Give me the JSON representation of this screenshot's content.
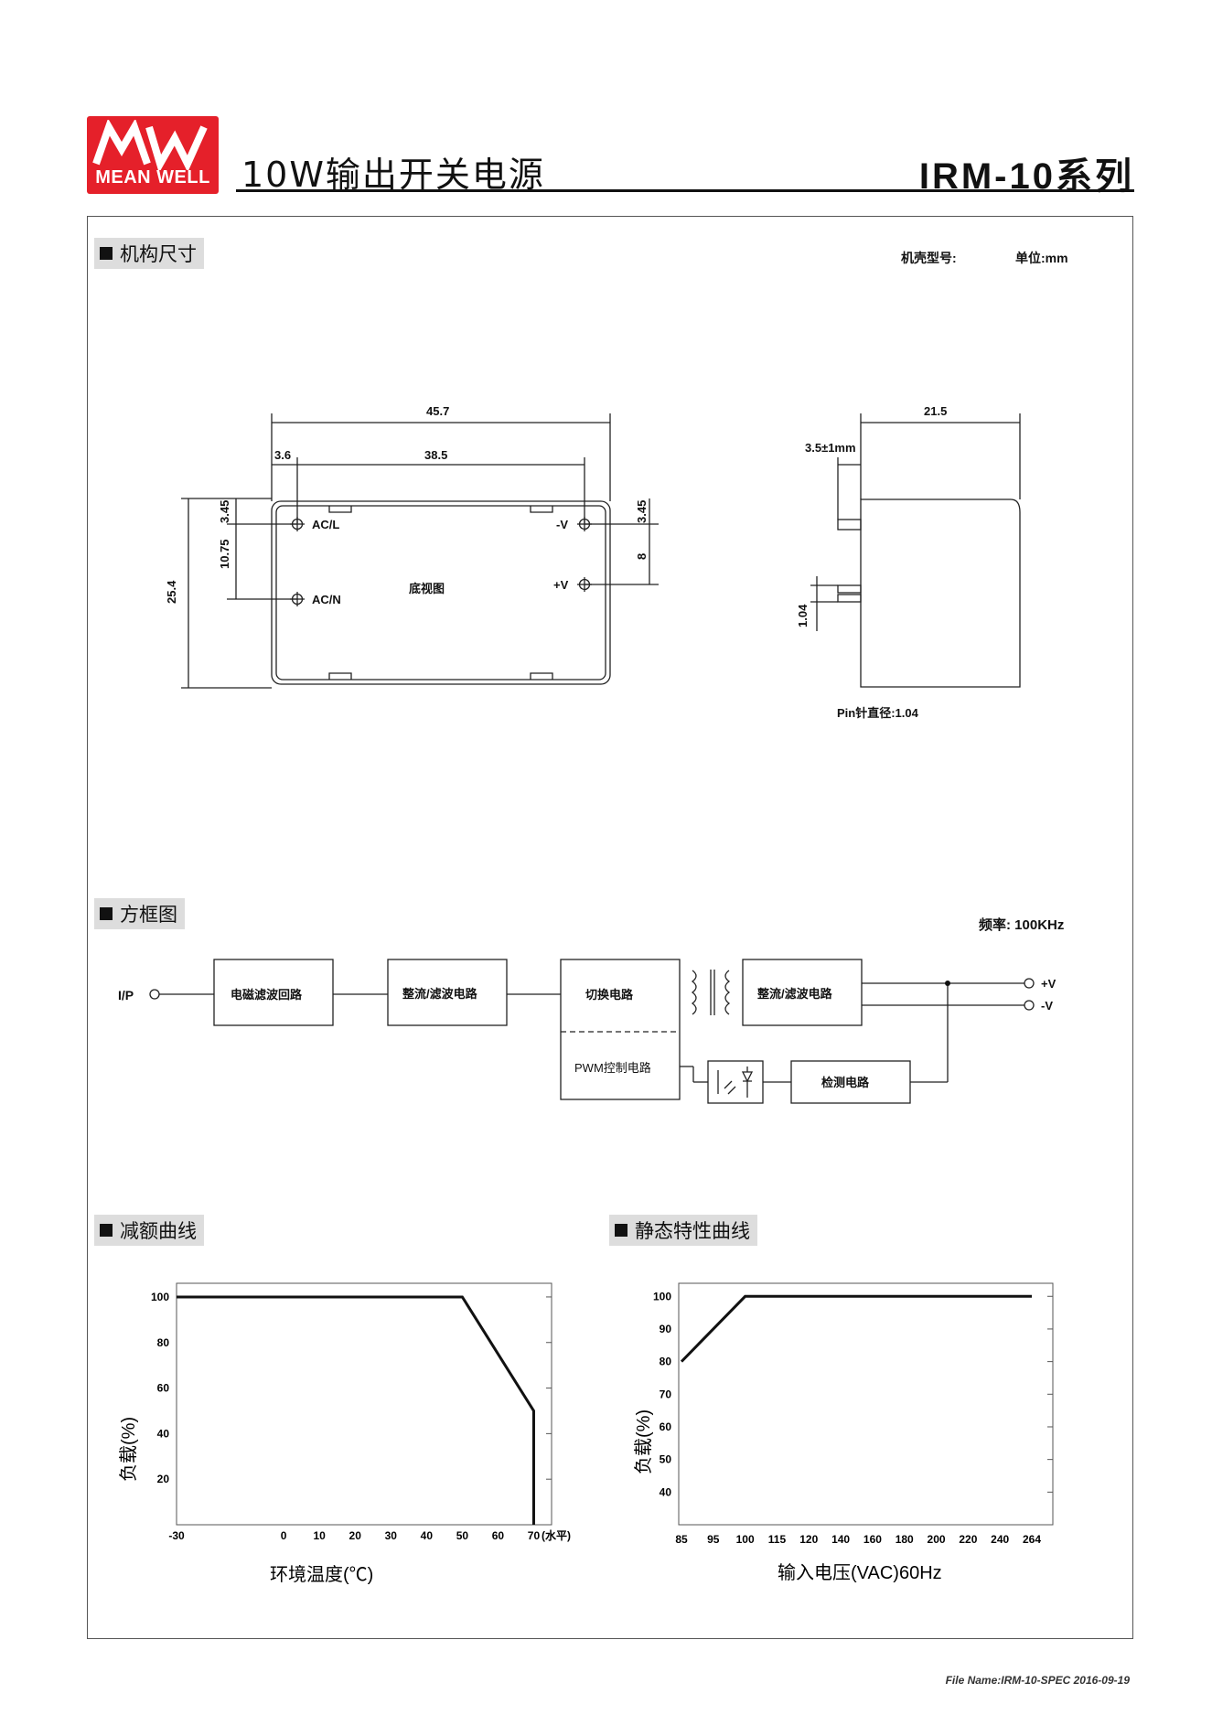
{
  "header": {
    "logo_text": "MEAN WELL",
    "title": "10W输出开关电源",
    "series": "IRM-10系列"
  },
  "mech": {
    "section_title": "机构尺寸",
    "case_label": "机壳型号:",
    "unit_label": "单位:mm",
    "dim_width": "45.7",
    "dim_edge": "3.6",
    "dim_pitch": "38.5",
    "dim_height": "25.4",
    "dim_top": "3.45",
    "dim_top_r": "3.45",
    "dim_ac_gap": "10.75",
    "dim_v_gap": "8",
    "pin_acl": "AC/L",
    "pin_acn": "AC/N",
    "pin_vneg": "-V",
    "pin_vpos": "+V",
    "bottom_view": "底视图",
    "side_depth": "21.5",
    "pin_len": "3.5±1mm",
    "pin_gap": "1.04",
    "pin_dia": "Pin针直径:1.04"
  },
  "block": {
    "section_title": "方框图",
    "freq": "频率: 100KHz",
    "ip": "I/P",
    "emi": "电磁滤波回路",
    "rect1": "整流/滤波电路",
    "switch": "切换电路",
    "rect2": "整流/滤波电路",
    "pwm": "PWM控制电路",
    "detect": "检测电路",
    "vpos": "+V",
    "vneg": "-V"
  },
  "derating": {
    "section_title": "减额曲线",
    "chart_data": {
      "type": "line",
      "x": [
        -30,
        50,
        70,
        70
      ],
      "y": [
        100,
        100,
        50,
        0
      ],
      "xticks": [
        "-30",
        "0",
        "10",
        "20",
        "30",
        "40",
        "50",
        "60",
        "70"
      ],
      "xtick_values": [
        -30,
        0,
        10,
        20,
        30,
        40,
        50,
        60,
        70
      ],
      "xaxis_note": "(水平)",
      "yticks": [
        "20",
        "40",
        "60",
        "80",
        "100"
      ],
      "ytick_values": [
        20,
        40,
        60,
        80,
        100
      ],
      "xlabel": "环境温度(℃)",
      "ylabel": "负载(%)",
      "xlim": [
        -30,
        75
      ],
      "ylim": [
        0,
        106
      ]
    }
  },
  "static": {
    "section_title": "静态特性曲线",
    "chart_data": {
      "type": "line",
      "x": [
        85,
        100,
        264
      ],
      "y": [
        80,
        100,
        100
      ],
      "xticks": [
        "85",
        "95",
        "100",
        "115",
        "120",
        "140",
        "160",
        "180",
        "200",
        "220",
        "240",
        "264"
      ],
      "yticks": [
        "40",
        "50",
        "60",
        "70",
        "80",
        "90",
        "100"
      ],
      "ytick_values": [
        40,
        50,
        60,
        70,
        80,
        90,
        100
      ],
      "xlabel": "输入电压(VAC)60Hz",
      "ylabel": "负载(%)",
      "ylim": [
        30,
        104
      ]
    }
  },
  "footer": {
    "file": "File Name:IRM-10-SPEC   2016-09-19"
  }
}
